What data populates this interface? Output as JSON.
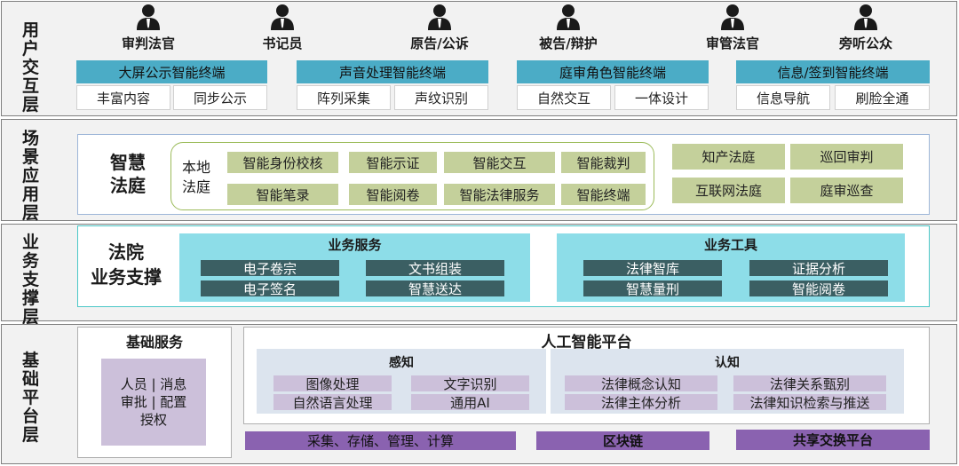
{
  "layers": {
    "user": "用户交互层",
    "scene": "场景应用层",
    "business": "业务支撑层",
    "base": "基础平台层"
  },
  "roles": [
    "审判法官",
    "书记员",
    "原告/公诉",
    "被告/辩护",
    "审管法官",
    "旁听公众"
  ],
  "terminals": [
    {
      "title": "大屏公示智能终端",
      "items": [
        "丰富内容",
        "同步公示"
      ]
    },
    {
      "title": "声音处理智能终端",
      "items": [
        "阵列采集",
        "声纹识别"
      ]
    },
    {
      "title": "庭审角色智能终端",
      "items": [
        "自然交互",
        "一体设计"
      ]
    },
    {
      "title": "信息/签到智能终端",
      "items": [
        "信息导航",
        "刷脸全通"
      ]
    }
  ],
  "scene": {
    "title_line1": "智慧",
    "title_line2": "法庭",
    "local_line1": "本地",
    "local_line2": "法庭",
    "local_items": [
      "智能身份校核",
      "智能示证",
      "智能交互",
      "智能裁判",
      "智能笔录",
      "智能阅卷",
      "智能法律服务",
      "智能终端"
    ],
    "other_items": [
      "知产法庭",
      "巡回审判",
      "互联网法庭",
      "庭审巡查"
    ]
  },
  "business": {
    "title_line1": "法院",
    "title_line2": "业务支撑",
    "services": {
      "title": "业务服务",
      "items": [
        "电子卷宗",
        "文书组装",
        "电子签名",
        "智慧送达"
      ]
    },
    "tools": {
      "title": "业务工具",
      "items": [
        "法律智库",
        "证据分析",
        "智慧量刑",
        "智能阅卷"
      ]
    }
  },
  "base": {
    "basic_title": "基础服务",
    "basic_lines": [
      "人员 | 消息",
      "审批 | 配置",
      "授权"
    ],
    "ai_title": "人工智能平台",
    "perception": {
      "title": "感知",
      "items": [
        "图像处理",
        "文字识别",
        "自然语言处理",
        "通用AI"
      ]
    },
    "cognition": {
      "title": "认知",
      "items": [
        "法律概念认知",
        "法律关系甄别",
        "法律主体分析",
        "法律知识检索与推送"
      ]
    },
    "bottom": [
      "采集、存储、管理、计算",
      "区块链",
      "共享交换平台"
    ]
  },
  "colors": {
    "teal": "#4bacc6",
    "olive": "#c4d09b",
    "dark_slate": "#3b5f63",
    "cyan_panel": "#8ddde8",
    "lavender": "#ccc0da",
    "purple": "#8a62b0",
    "green_border": "#9bbb59"
  }
}
